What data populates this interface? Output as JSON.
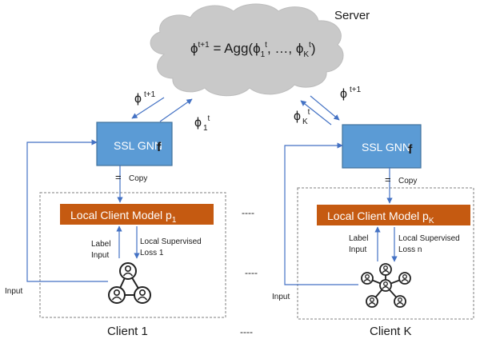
{
  "server": {
    "label": "Server",
    "formula_lhs": "ϕ",
    "formula_lhs_sup": "t+1",
    "formula_eq": " = Agg(ϕ",
    "formula_sub1": "1",
    "formula_sup1": "t",
    "formula_mid": ", …, ϕ",
    "formula_subk": "K",
    "formula_supk": "t",
    "formula_end": ")"
  },
  "client1": {
    "phi_down": "ϕ",
    "phi_down_sup": "t+1",
    "phi_up": "ϕ",
    "phi_up_sub": "1",
    "phi_up_sup": "t",
    "gnn_label": "SSL GNN",
    "gnn_f": "f",
    "copy_sym": "=",
    "copy_label": "Copy",
    "model_label": "Local Client Model p",
    "model_sub": "1",
    "label_input_line1": "Label",
    "label_input_line2": "Input",
    "loss_line1": "Local Supervised",
    "loss_line2": "Loss 1",
    "input_label": "Input",
    "client_label": "Client 1"
  },
  "clientK": {
    "phi_down": "ϕ",
    "phi_down_sup": "t+1",
    "phi_up": "ϕ",
    "phi_up_sub": "K",
    "phi_up_sup": "t",
    "gnn_label": "SSL GNN",
    "gnn_f": "f",
    "copy_sym": "=",
    "copy_label": "Copy",
    "model_label": "Local Client Model p",
    "model_sub": "K",
    "label_input_line1": "Label",
    "label_input_line2": "Input",
    "loss_line1": "Local Supervised",
    "loss_line2": "Loss n",
    "input_label": "Input",
    "client_label": "Client K"
  },
  "ellipses": [
    "----",
    "----",
    "----"
  ],
  "colors": {
    "cloud": "#c9c9c9",
    "gnn_box": "#5b9bd5",
    "gnn_border": "#41719c",
    "model_box": "#c55a11",
    "arrow": "#4472c4",
    "frame": "#7f7f7f",
    "icon": "#222222"
  },
  "icons": [
    "user-node-icon",
    "user-node-icon",
    "user-node-icon",
    "user-node-icon",
    "user-node-icon",
    "user-node-icon",
    "user-node-icon",
    "user-node-icon",
    "user-node-icon"
  ]
}
